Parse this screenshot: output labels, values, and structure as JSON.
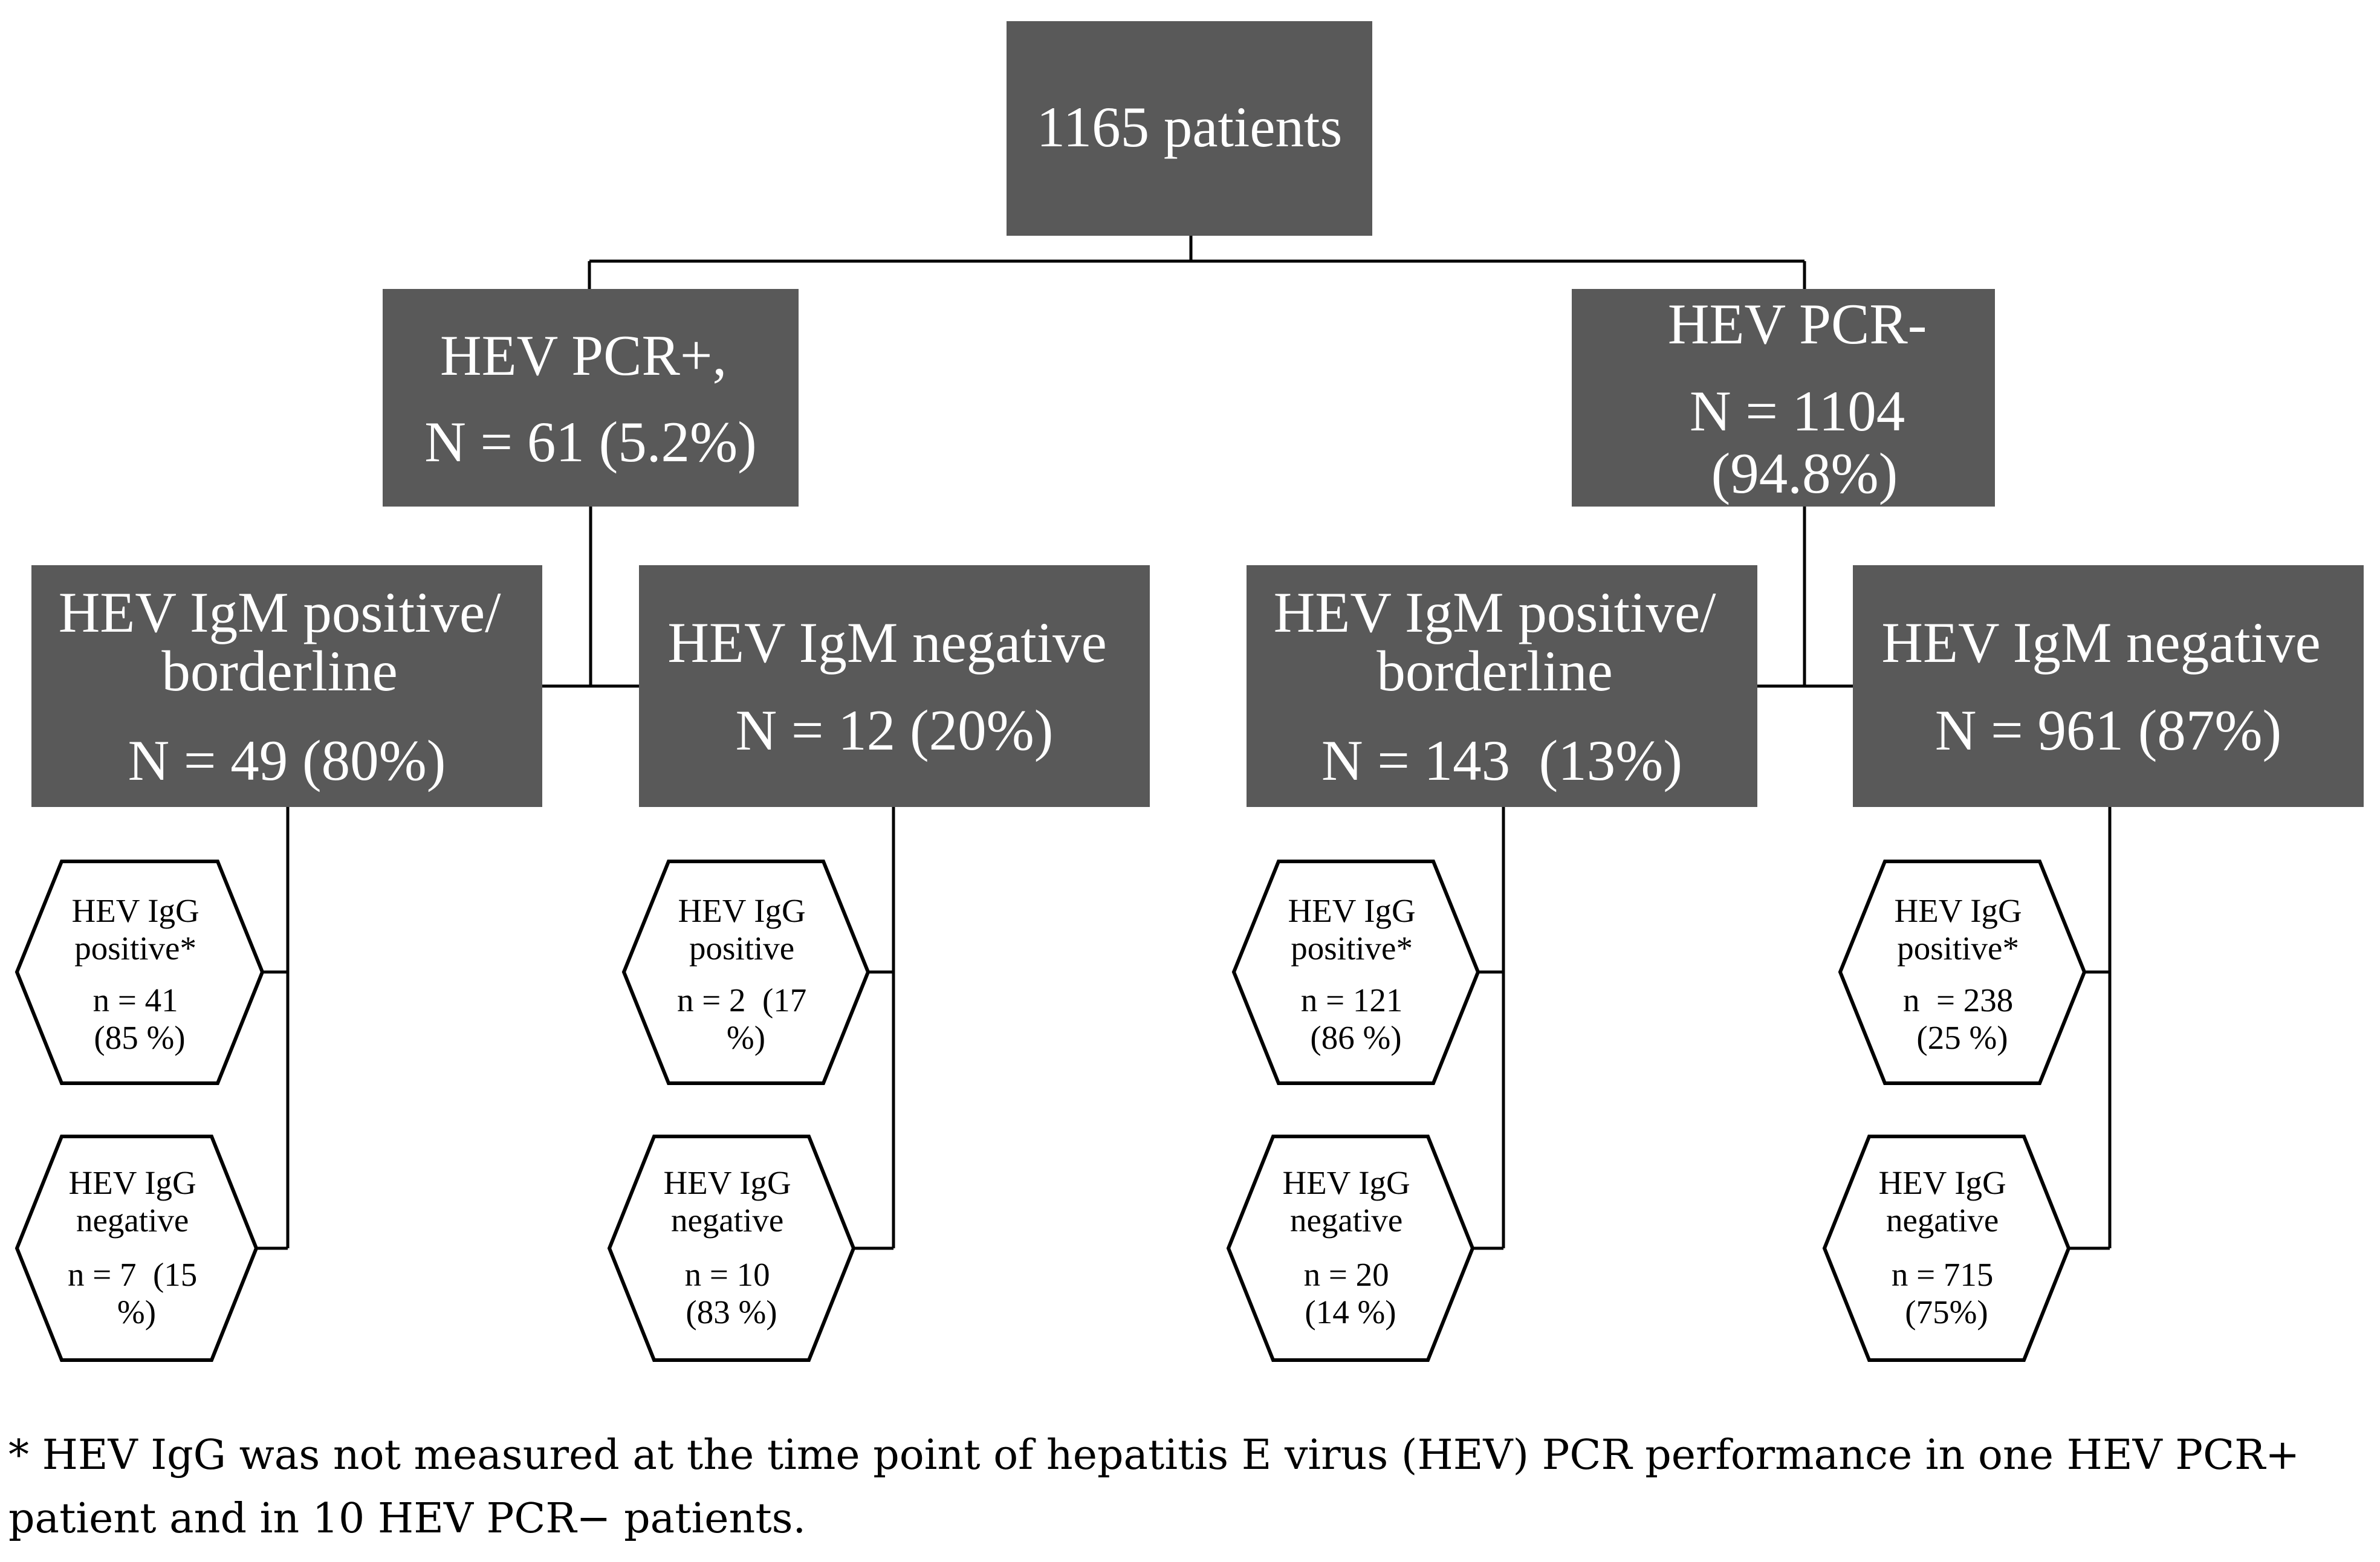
{
  "root": {
    "lines": [
      "1165 patients"
    ]
  },
  "pcr_pos": {
    "lines": [
      "HEV PCR+,",
      "N = 61 (5.2%)"
    ]
  },
  "pcr_neg": {
    "lines": [
      "HEV PCR-",
      "N = 1104",
      "(94.8%)"
    ]
  },
  "igm_pos_left": {
    "lines": [
      "HEV IgM positive/",
      "borderline",
      "N = 49 (80%)"
    ]
  },
  "igm_neg_left": {
    "lines": [
      "HEV IgM negative",
      "N = 12 (20%)"
    ]
  },
  "igm_pos_right": {
    "lines": [
      "HEV IgM positive/",
      "borderline",
      "N = 143  (13%)"
    ]
  },
  "igm_neg_right": {
    "lines": [
      "HEV IgM negative",
      "N = 961 (87%)"
    ]
  },
  "hexes": [
    {
      "lines": [
        "HEV IgG",
        "positive*",
        "n = 41",
        "(85 %)"
      ]
    },
    {
      "lines": [
        "HEV IgG",
        "negative",
        "n = 7  (15",
        "%)"
      ]
    },
    {
      "lines": [
        "HEV IgG",
        "positive",
        "n = 2  (17",
        "%)"
      ]
    },
    {
      "lines": [
        "HEV IgG",
        "negative",
        "n = 10",
        "(83 %)"
      ]
    },
    {
      "lines": [
        "HEV IgG",
        "positive*",
        "n = 121",
        "(86 %)"
      ]
    },
    {
      "lines": [
        "HEV IgG",
        "negative",
        "n = 20",
        "(14 %)"
      ]
    },
    {
      "lines": [
        "HEV IgG",
        "positive*",
        "n  = 238",
        "(25 %)"
      ]
    },
    {
      "lines": [
        "HEV IgG",
        "negative",
        "n = 715",
        "(75%)"
      ]
    }
  ],
  "footnote": {
    "line1": "* HEV IgG was not measured at the time point of hepatitis E virus (HEV) PCR performance in one HEV PCR+",
    "line2": "patient and in 10 HEV PCR− patients."
  },
  "colors": {
    "box_fill": "#595959",
    "box_text": "#ffffff",
    "line": "#000000"
  }
}
